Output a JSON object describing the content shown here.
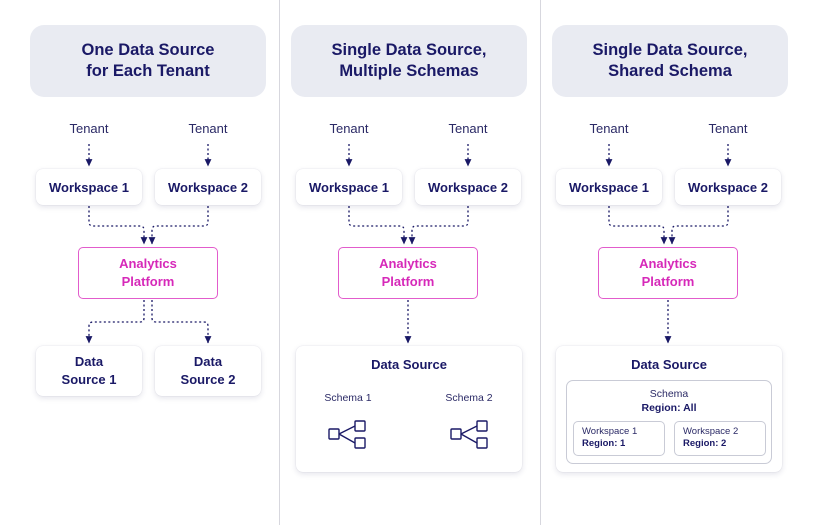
{
  "columns": [
    {
      "title": "One Data Source\nfor Each Tenant",
      "tenants": [
        "Tenant",
        "Tenant"
      ],
      "workspaces": [
        "Workspace 1",
        "Workspace 2"
      ],
      "platform": "Analytics\nPlatform",
      "data_sources": [
        "Data\nSource 1",
        "Data\nSource 2"
      ]
    },
    {
      "title": "Single Data Source,\nMultiple Schemas",
      "tenants": [
        "Tenant",
        "Tenant"
      ],
      "workspaces": [
        "Workspace 1",
        "Workspace 2"
      ],
      "platform": "Analytics\nPlatform",
      "data_source": {
        "title": "Data Source",
        "schemas": [
          "Schema 1",
          "Schema 2"
        ]
      }
    },
    {
      "title": "Single Data Source,\nShared Schema",
      "tenants": [
        "Tenant",
        "Tenant"
      ],
      "workspaces": [
        "Workspace 1",
        "Workspace 2"
      ],
      "platform": "Analytics\nPlatform",
      "data_source": {
        "title": "Data Source",
        "schema": "Schema",
        "schema_region": "Region: All",
        "partitions": [
          {
            "workspace": "Workspace 1",
            "region": "Region: 1"
          },
          {
            "workspace": "Workspace 2",
            "region": "Region: 2"
          }
        ]
      }
    }
  ],
  "colors": {
    "navy": "#1a1966",
    "magenta": "#d629b9",
    "platform_border": "#e25ccc",
    "header_bg": "#e9ebf2",
    "divider": "#d7d7de"
  },
  "icons": [
    "schema-tree-icon"
  ]
}
